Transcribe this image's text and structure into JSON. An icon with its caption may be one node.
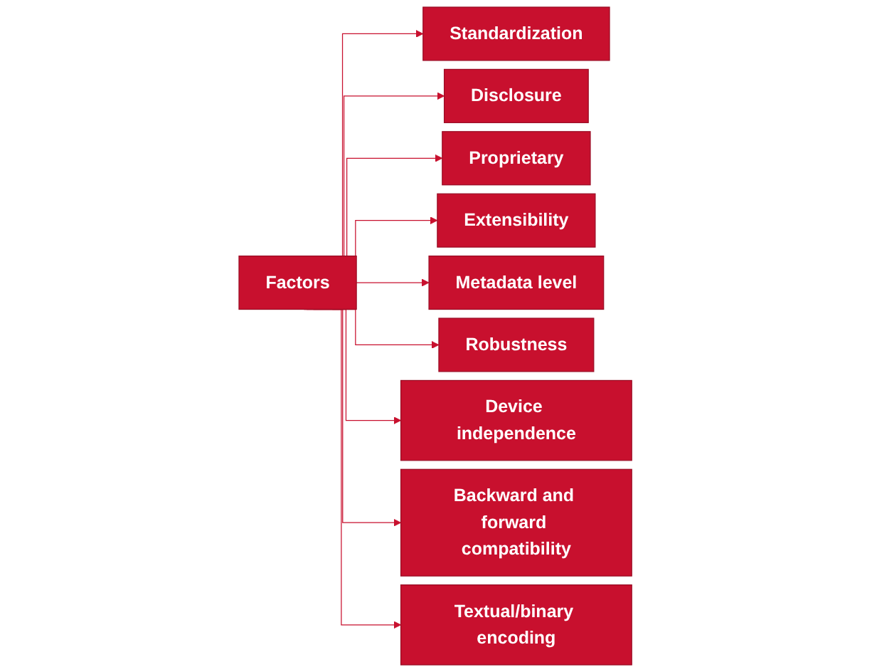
{
  "diagram": {
    "nodes": [
      {
        "text": [
          "Factors"
        ]
      },
      {
        "text": [
          "Standardization"
        ]
      },
      {
        "text": [
          "Disclosure"
        ]
      },
      {
        "text": [
          "Proprietary"
        ]
      },
      {
        "text": [
          "Extensibility"
        ]
      },
      {
        "text": [
          "Metadata level"
        ]
      },
      {
        "text": [
          "Robustness"
        ]
      },
      {
        "text": [
          "Device independence"
        ]
      },
      {
        "text": [
          "Backward and forward compatibility"
        ]
      },
      {
        "text": [
          "Textual/binary encoding"
        ]
      }
    ],
    "edges": [
      {
        "from": 0,
        "to": 1,
        "arrow": "to"
      },
      {
        "from": 0,
        "to": 2,
        "arrow": "to"
      },
      {
        "from": 0,
        "to": 3,
        "arrow": "to"
      },
      {
        "from": 0,
        "to": 4,
        "arrow": "to"
      },
      {
        "from": 0,
        "to": 5,
        "arrow": "to"
      },
      {
        "from": 0,
        "to": 6,
        "arrow": "to"
      },
      {
        "from": 0,
        "to": 7,
        "arrow": "to"
      },
      {
        "from": 0,
        "to": 8,
        "arrow": "to"
      },
      {
        "from": 0,
        "to": 9,
        "arrow": "to"
      }
    ]
  }
}
